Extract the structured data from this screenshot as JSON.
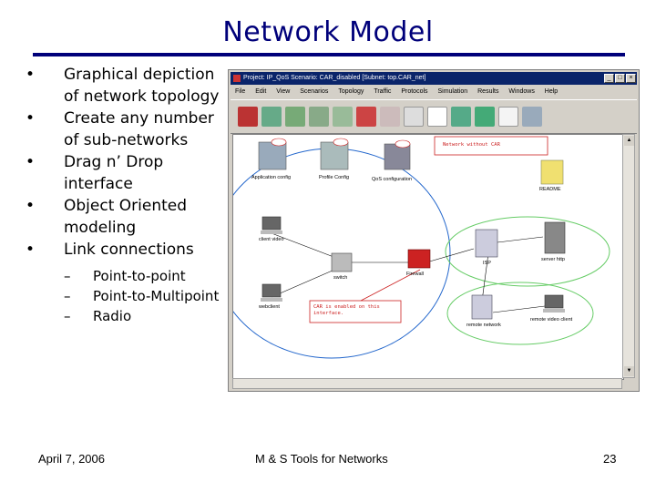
{
  "slide": {
    "title": "Network Model",
    "bullets": [
      {
        "text": "Graphical depiction of network topology"
      },
      {
        "text": "Create any number of sub-networks"
      },
      {
        "text": "Drag n’ Drop interface"
      },
      {
        "text": "Object Oriented modeling"
      },
      {
        "text": "Link connections"
      }
    ],
    "sub_bullets": [
      {
        "text": "Point-to-point"
      },
      {
        "text": "Point-to-Multipoint"
      },
      {
        "text": "Radio"
      }
    ],
    "bullet_char": "•",
    "dash_char": "–",
    "footer": {
      "date": "April 7, 2006",
      "center": "M & S Tools for Networks",
      "page": "23"
    }
  },
  "window": {
    "title": "Project: IP_QoS Scenario: CAR_disabled [Subnet: top.CAR_net]",
    "menu": [
      "File",
      "Edit",
      "View",
      "Scenarios",
      "Topology",
      "Traffic",
      "Protocols",
      "Simulation",
      "Results",
      "Windows",
      "Help"
    ],
    "min": "_",
    "max": "□",
    "close": "×",
    "labels": {
      "app_config": "Application config",
      "profile_config": "Profile Config",
      "qos_config": "QoS configuration",
      "network_note": "Network without CAR",
      "readme": "README",
      "client_video": "client video",
      "switch": "switch",
      "firewall": "Firewall",
      "isp": "ISP",
      "server_http": "server http",
      "web_client": "webclient",
      "car_note": "CAR is enabled on this interface.",
      "remote_video_client": "remote video client",
      "remote_network": "remote network"
    }
  },
  "colors": {
    "title": "#00007a",
    "window_titlebar": "#0a246a",
    "accent_red": "#cc2222"
  }
}
